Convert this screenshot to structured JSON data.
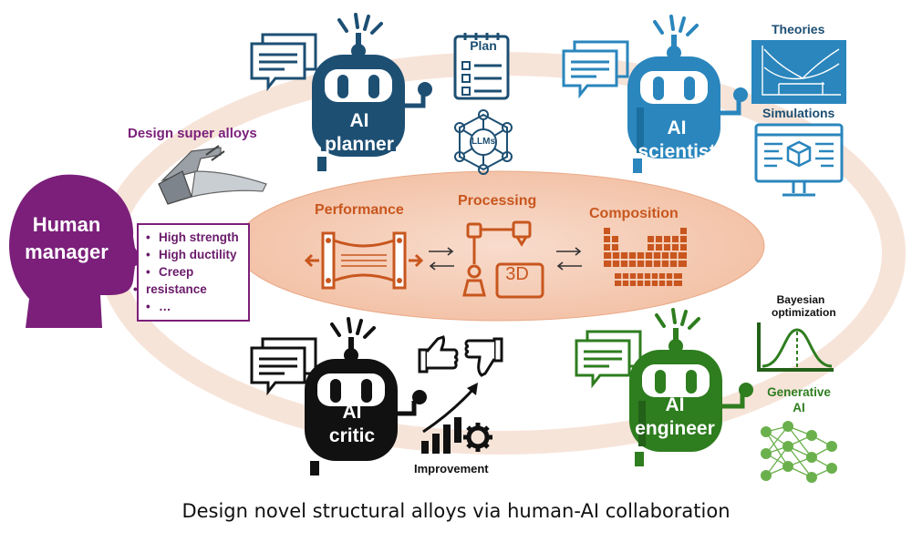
{
  "caption": "Design novel structural alloys via human-AI collaboration",
  "human": {
    "label_line1": "Human",
    "label_line2": "manager",
    "task": "Design super alloys",
    "requirements": [
      "High strength",
      "High ductility",
      "Creep",
      "resistance",
      "…"
    ]
  },
  "center": {
    "performance": "Performance",
    "processing": "Processing",
    "composition": "Composition",
    "printer_label": "3D"
  },
  "agents": {
    "planner": {
      "line1": "AI",
      "line2": "planner",
      "tool1": "Plan",
      "tool2": "LLMs"
    },
    "scientist": {
      "line1": "AI",
      "line2": "scientist",
      "tool1": "Theories",
      "tool2": "Simulations"
    },
    "critic": {
      "line1": "AI",
      "line2": "critic",
      "tool1": "Improvement"
    },
    "engineer": {
      "line1": "AI",
      "line2": "engineer",
      "tool1_line1": "Bayesian",
      "tool1_line2": "optimization",
      "tool2_line1": "Generative",
      "tool2_line2": "AI"
    }
  },
  "colors": {
    "planner": "#1d4f73",
    "scientist": "#2a86bd",
    "critic": "#111111",
    "engineer": "#2e7d1f",
    "human": "#7b1f7a",
    "center": "#c8561e",
    "ring": "#f6e1d5"
  },
  "icons": [
    "speech-bubbles-icon",
    "checklist-icon",
    "network-icon",
    "phase-diagram-icon",
    "computer-icon",
    "thumbs-icon",
    "growth-chart-icon",
    "bell-curve-icon",
    "neural-network-icon",
    "tensile-test-icon",
    "printer-icon",
    "periodic-table-icon",
    "turbine-blade-icon"
  ]
}
